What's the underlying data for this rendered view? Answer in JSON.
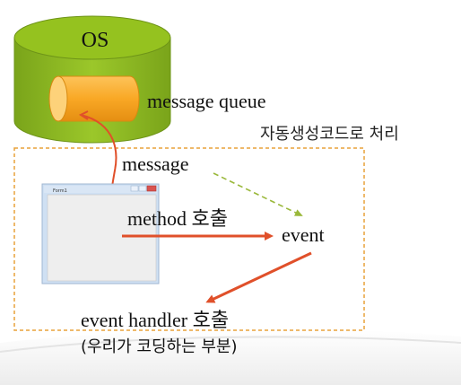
{
  "diagram": {
    "os_label": "OS",
    "message_queue_label": "message queue",
    "auto_generated_label": "자동생성코드로 처리",
    "message_label": "message",
    "method_call_label": "method 호출",
    "event_label": "event",
    "event_handler_label": "event handler 호출",
    "coding_part_label": "(우리가 코딩하는 부분)",
    "window_title": "Form1"
  },
  "colors": {
    "os_green": "#8fbc1e",
    "os_green_dark": "#6e9418",
    "queue_orange": "#f9a825",
    "queue_cap": "#fdd27a",
    "arrow_red": "#e0502a",
    "dashed_orange": "#e8a23a",
    "dashed_green": "#9ab83a"
  }
}
